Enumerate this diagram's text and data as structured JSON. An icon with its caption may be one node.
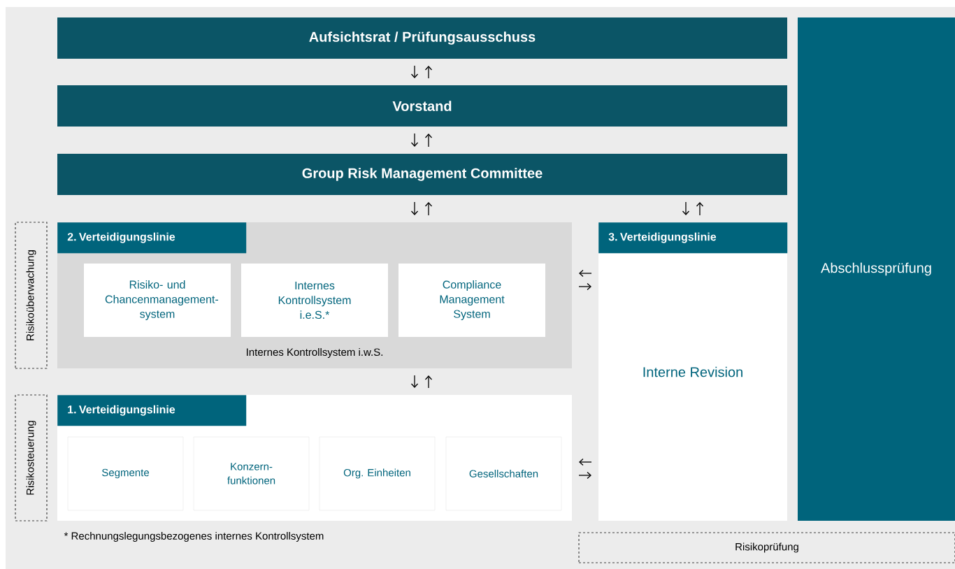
{
  "diagram": {
    "nodes": [
      {
        "text": [
          "Aufsichtsrat / Prüfungsausschuss"
        ]
      },
      {
        "text": [
          "Vorstand"
        ]
      },
      {
        "text": [
          "Group Risk Management Committee"
        ]
      },
      {
        "text": [
          "2. Verteidigungslinie",
          "Internes Kontrollsystem i.w.S."
        ]
      },
      {
        "text": [
          "Risiko- und Chancenmanagement- system"
        ],
        "in": 3
      },
      {
        "text": [
          "Internes Kontrollsystem i.e.S.*"
        ],
        "in": 3
      },
      {
        "text": [
          "Compliance Management System"
        ],
        "in": 3
      },
      {
        "text": [
          "1. Verteidigungslinie"
        ]
      },
      {
        "text": [
          "Segmente"
        ],
        "in": 7
      },
      {
        "text": [
          "Konzern- funktionen"
        ],
        "in": 7
      },
      {
        "text": [
          "Org. Einheiten"
        ],
        "in": 7
      },
      {
        "text": [
          "Gesellschaften"
        ],
        "in": 7
      },
      {
        "text": [
          "3. Verteidigungslinie",
          "Interne Revision"
        ]
      },
      {
        "text": [
          "Abschlussprüfung"
        ]
      },
      {
        "text": [
          "Risikoüberwachung"
        ]
      },
      {
        "text": [
          "Risikosteuerung"
        ]
      },
      {
        "text": [
          "Risikoprüfung"
        ]
      }
    ],
    "edges": [
      {
        "from": 0,
        "to": 1,
        "arrow": "to"
      },
      {
        "from": 1,
        "to": 0,
        "arrow": "to"
      },
      {
        "from": 1,
        "to": 2,
        "arrow": "to"
      },
      {
        "from": 2,
        "to": 1,
        "arrow": "to"
      },
      {
        "from": 2,
        "to": 3,
        "arrow": "to"
      },
      {
        "from": 3,
        "to": 2,
        "arrow": "to"
      },
      {
        "from": 2,
        "to": 12,
        "arrow": "to"
      },
      {
        "from": 12,
        "to": 2,
        "arrow": "to"
      },
      {
        "from": 3,
        "to": 7,
        "arrow": "to"
      },
      {
        "from": 7,
        "to": 3,
        "arrow": "to"
      },
      {
        "from": 12,
        "to": 3,
        "arrow": "to"
      },
      {
        "from": 3,
        "to": 12,
        "arrow": "to"
      },
      {
        "from": 12,
        "to": 7,
        "arrow": "to"
      },
      {
        "from": 7,
        "to": 12,
        "arrow": "to"
      }
    ],
    "labels": [
      "* Rechnungslegungsbezogenes internes Kontrollsystem"
    ]
  }
}
